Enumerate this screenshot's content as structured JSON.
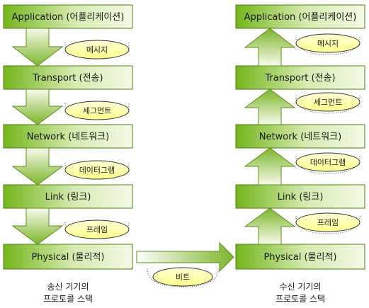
{
  "sender": {
    "caption_line1": "송신 기기의",
    "caption_line2": "프로토콜 스택",
    "layers": [
      "Application (어플리케이션)",
      "Transport (전송)",
      "Network (네트워크)",
      "Link (링크)",
      "Physical (물리적)"
    ],
    "pdus": [
      "메시지",
      "세그먼트",
      "데이터그램",
      "프레임"
    ]
  },
  "receiver": {
    "caption_line1": "수신 기기의",
    "caption_line2": "프로토콜 스택",
    "layers": [
      "Application (어플리케이션)",
      "Transport (전송)",
      "Network (네트워크)",
      "Link (링크)",
      "Physical (물리적)"
    ],
    "pdus": [
      "메시지",
      "세그먼트",
      "데이터그램",
      "프레임"
    ]
  },
  "transfer": {
    "pdu": "비트"
  },
  "colors": {
    "layer_fill_dark": "#74b51c",
    "layer_fill_light": "#eef7d8",
    "pill_fill": "#ffff99",
    "arrow_fill_dark": "#80b82a",
    "arrow_fill_light": "#f6fbe9"
  }
}
